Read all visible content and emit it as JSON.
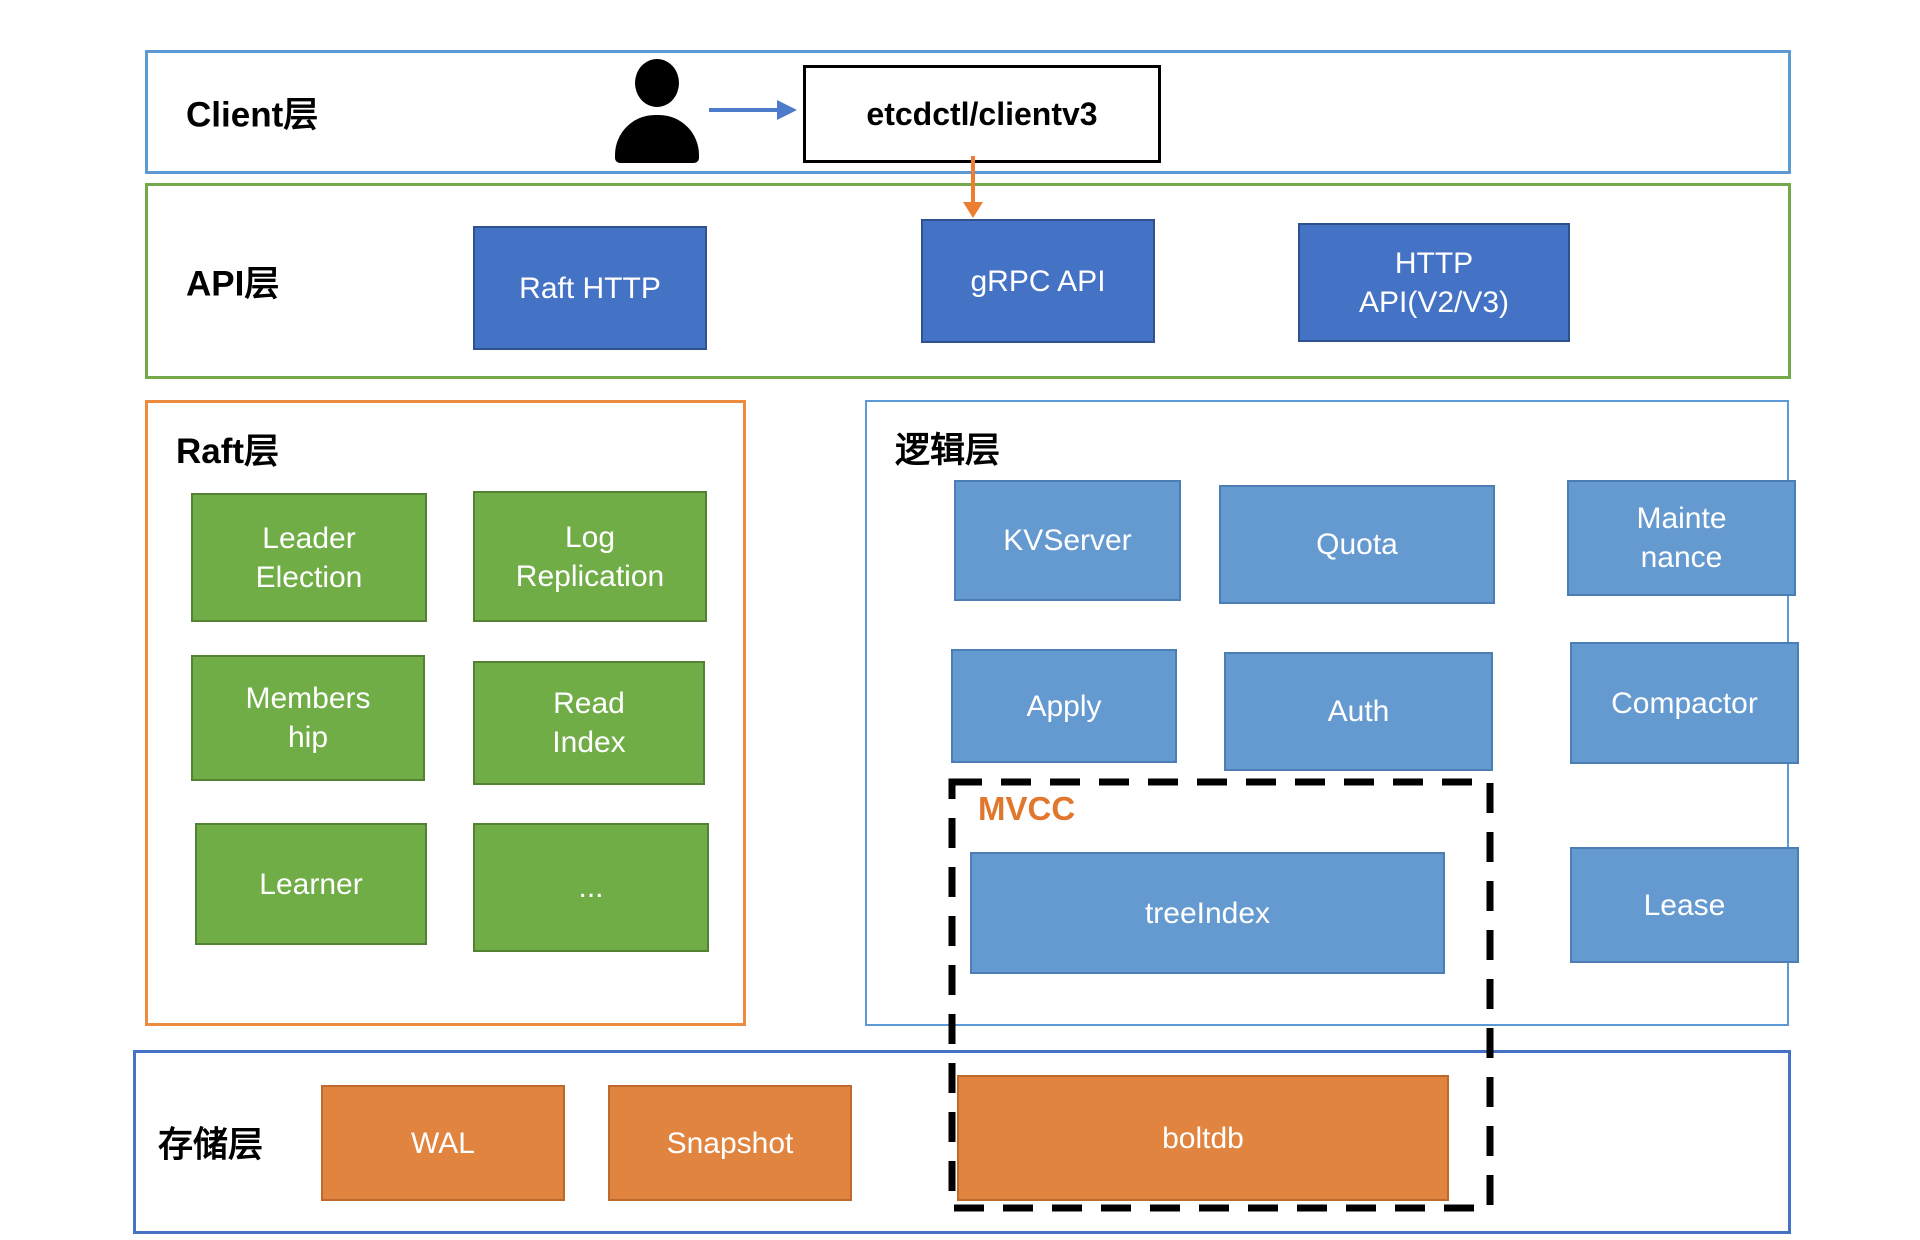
{
  "title": "etcd architecture diagram",
  "colors": {
    "client_border": "#5B9BD5",
    "api_border": "#73A948",
    "raft_border": "#ED8C3E",
    "logic_border": "#5B9BD5",
    "storage_border": "#4472C4",
    "api_box_fill": "#4472C4",
    "logic_box_fill": "#659AD0",
    "raft_box_fill": "#70AD47",
    "storage_box_fill": "#E0843F",
    "mvcc_label_color": "#E0772F",
    "arrow_down_color": "#ED7D31",
    "arrow_right_color": "#4C7CC9"
  },
  "client": {
    "label": "Client层",
    "terminal": "etcdctl/clientv3"
  },
  "api": {
    "label": "API层",
    "raft_http": "Raft HTTP",
    "grpc": "gRPC API",
    "http": "HTTP\nAPI(V2/V3)"
  },
  "raft": {
    "label": "Raft层",
    "leader": "Leader\nElection",
    "log": "Log\nReplication",
    "membership": "Members\nhip",
    "read_index": "Read\nIndex",
    "learner": "Learner",
    "more": "..."
  },
  "logic": {
    "label": "逻辑层",
    "kvserver": "KVServer",
    "quota": "Quota",
    "maintenance": "Mainte\nnance",
    "apply": "Apply",
    "auth": "Auth",
    "compactor": "Compactor",
    "mvcc_label": "MVCC",
    "tree_index": "treeIndex",
    "lease": "Lease"
  },
  "storage": {
    "label": "存储层",
    "wal": "WAL",
    "snapshot": "Snapshot",
    "boltdb": "boltdb"
  }
}
